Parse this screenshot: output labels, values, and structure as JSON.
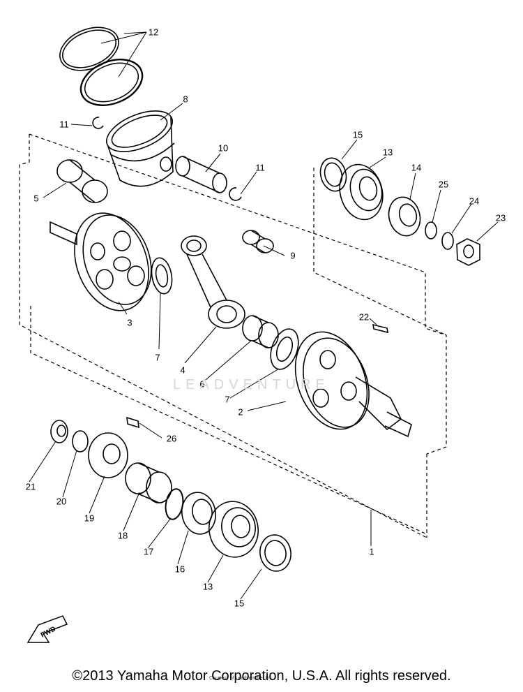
{
  "copyright": "©2013 Yamaha Motor Corporation, U.S.A. All rights reserved.",
  "watermark": "LEADVENTURE",
  "courtesy": "Courtesy of Leadventure, Inc.",
  "fwd_marker": "FWD",
  "part_labels": [
    {
      "id": "p12",
      "text": "12"
    },
    {
      "id": "p8",
      "text": "8"
    },
    {
      "id": "p11a",
      "text": "11"
    },
    {
      "id": "p10",
      "text": "10"
    },
    {
      "id": "p11b",
      "text": "11"
    },
    {
      "id": "p5",
      "text": "5"
    },
    {
      "id": "p9",
      "text": "9"
    },
    {
      "id": "p3",
      "text": "3"
    },
    {
      "id": "p7a",
      "text": "7"
    },
    {
      "id": "p4",
      "text": "4"
    },
    {
      "id": "p6",
      "text": "6"
    },
    {
      "id": "p7b",
      "text": "7"
    },
    {
      "id": "p2",
      "text": "2"
    },
    {
      "id": "p22",
      "text": "22"
    },
    {
      "id": "p15a",
      "text": "15"
    },
    {
      "id": "p13a",
      "text": "13"
    },
    {
      "id": "p14",
      "text": "14"
    },
    {
      "id": "p25",
      "text": "25"
    },
    {
      "id": "p24",
      "text": "24"
    },
    {
      "id": "p23",
      "text": "23"
    },
    {
      "id": "p26",
      "text": "26"
    },
    {
      "id": "p21",
      "text": "21"
    },
    {
      "id": "p20",
      "text": "20"
    },
    {
      "id": "p19",
      "text": "19"
    },
    {
      "id": "p18",
      "text": "18"
    },
    {
      "id": "p17",
      "text": "17"
    },
    {
      "id": "p16",
      "text": "16"
    },
    {
      "id": "p13b",
      "text": "13"
    },
    {
      "id": "p15b",
      "text": "15"
    },
    {
      "id": "p1",
      "text": "1"
    }
  ]
}
